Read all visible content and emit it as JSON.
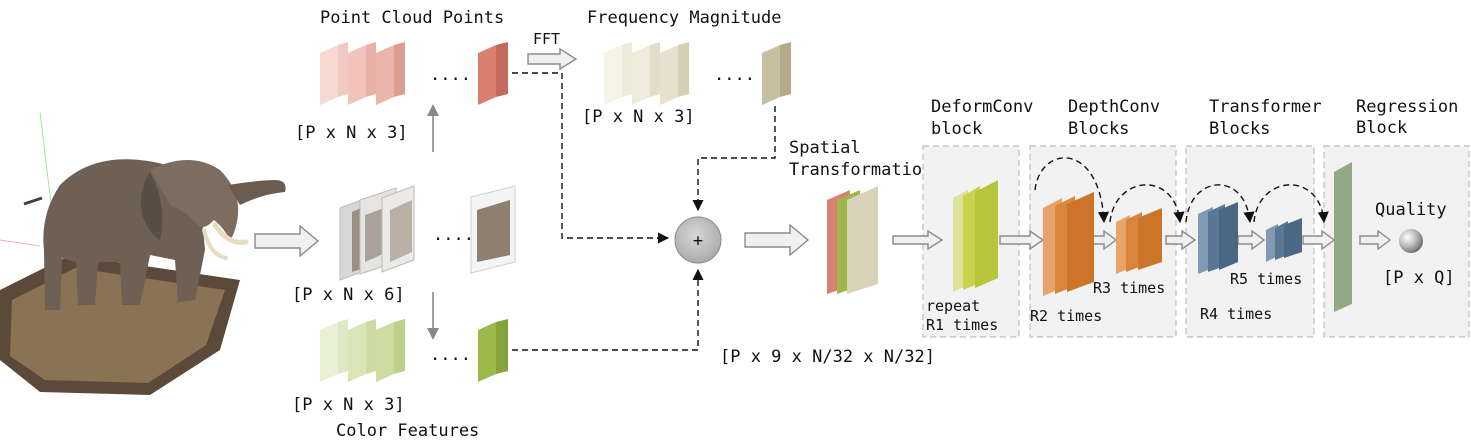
{
  "labels": {
    "point_cloud_points": "Point Cloud Points",
    "frequency_magnitude": "Frequency Magnitude",
    "fft": "FFT",
    "color_features": "Color Features",
    "spatial_transformation_1": "Spatial",
    "spatial_transformation_2": "Transformation",
    "deformconv_1": "DeformConv",
    "deformconv_2": "block",
    "depthconv_1": "DepthConv",
    "depthconv_2": "Blocks",
    "transformer_1": "Transformer",
    "transformer_2": "Blocks",
    "regression_1": "Regression",
    "regression_2": "Block",
    "quality": "Quality",
    "plus": "+"
  },
  "dims": {
    "points": "[P x N x 3]",
    "freq": "[P x N x 3]",
    "patches": "[P x N x 6]",
    "color": "[P x N x 3]",
    "spatial": "[P x 9 x N/32 x N/32]",
    "quality": "[P x Q]"
  },
  "repeats": {
    "repeat_line1": "repeat",
    "r1": "R1 times",
    "r2": "R2 times",
    "r3": "R3 times",
    "r4": "R4 times",
    "r5": "R5 times"
  },
  "ellipsis": "....",
  "colors": {
    "points": "#d98073",
    "freq": "#c8bfa0",
    "color_feat": "#9cb84a",
    "deform": "#b8c43a",
    "depth": "#d9853a",
    "transformer": "#5a7896",
    "regression": "#93a984"
  }
}
